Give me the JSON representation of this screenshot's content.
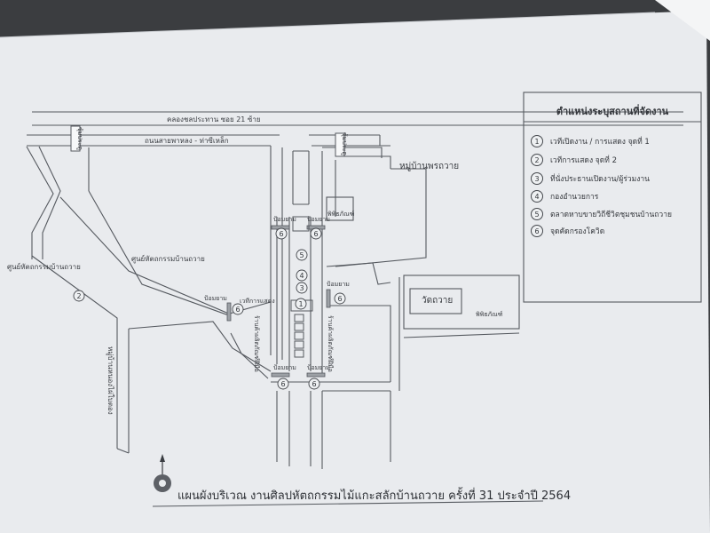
{
  "page": {
    "colors": {
      "paper": "#e9ebee",
      "line": "#55595f",
      "text": "#34373c",
      "background": "#3b3d40"
    }
  },
  "map": {
    "road_labels": {
      "canal": "คลองชลประทาน ซอย 21 ซ้าย",
      "highway": "ถนนสายพาหลง - ท่าซีเหล็ก",
      "village": "หมู่บ้านพรถวาย",
      "center_left": "ศูนย์หัตถกรรมบ้านถวาย",
      "center_mid": "ศูนย์หัตถกรรมบ้านถวาย",
      "temple": "วัดถวาย",
      "museum_top": "พิพิธภัณฑ์",
      "museum_right": "พิพิธภัณฑ์",
      "vertical_road": "หมู่บ้านหนองไผ่ใบตอง",
      "gate_left": "ซุ้มประตู",
      "gate_right": "ซุ้มประตู"
    },
    "checkpoint_label": "ป้อมยาม",
    "annotations": {
      "stage_note": "เวทีการแสดง",
      "market_left": "ร้านค้าผลิตภัณฑ์ฝีมือ",
      "market_right": "ร้านค้าผลิตภัณฑ์ฝีมือ"
    },
    "markers": {
      "m1": "1",
      "m2": "2",
      "m3": "3",
      "m4": "4",
      "m5": "5",
      "m6": "6"
    }
  },
  "legend": {
    "title": "ตำแหน่งระบุสถานที่จัดงาน",
    "items": [
      {
        "num": "1",
        "text": "เวทีเปิดงาน / การแสดง จุดที่ 1"
      },
      {
        "num": "2",
        "text": "เวทีการแสดง จุดที่ 2"
      },
      {
        "num": "3",
        "text": "ที่นั่งประธานเปิดงาน/ผู้ร่วมงาน"
      },
      {
        "num": "4",
        "text": "กองอำนวยการ"
      },
      {
        "num": "5",
        "text": "ตลาดหาบขายวิถีชีวิตชุมชนบ้านถวาย"
      },
      {
        "num": "6",
        "text": "จุดคัดกรองโควิด"
      }
    ]
  },
  "footer": {
    "title": "แผนผังบริเวณ งานศิลปหัตถกรรมไม้แกะสลักบ้านถวาย  ครั้งที่ 31  ประจำปี 2564"
  }
}
